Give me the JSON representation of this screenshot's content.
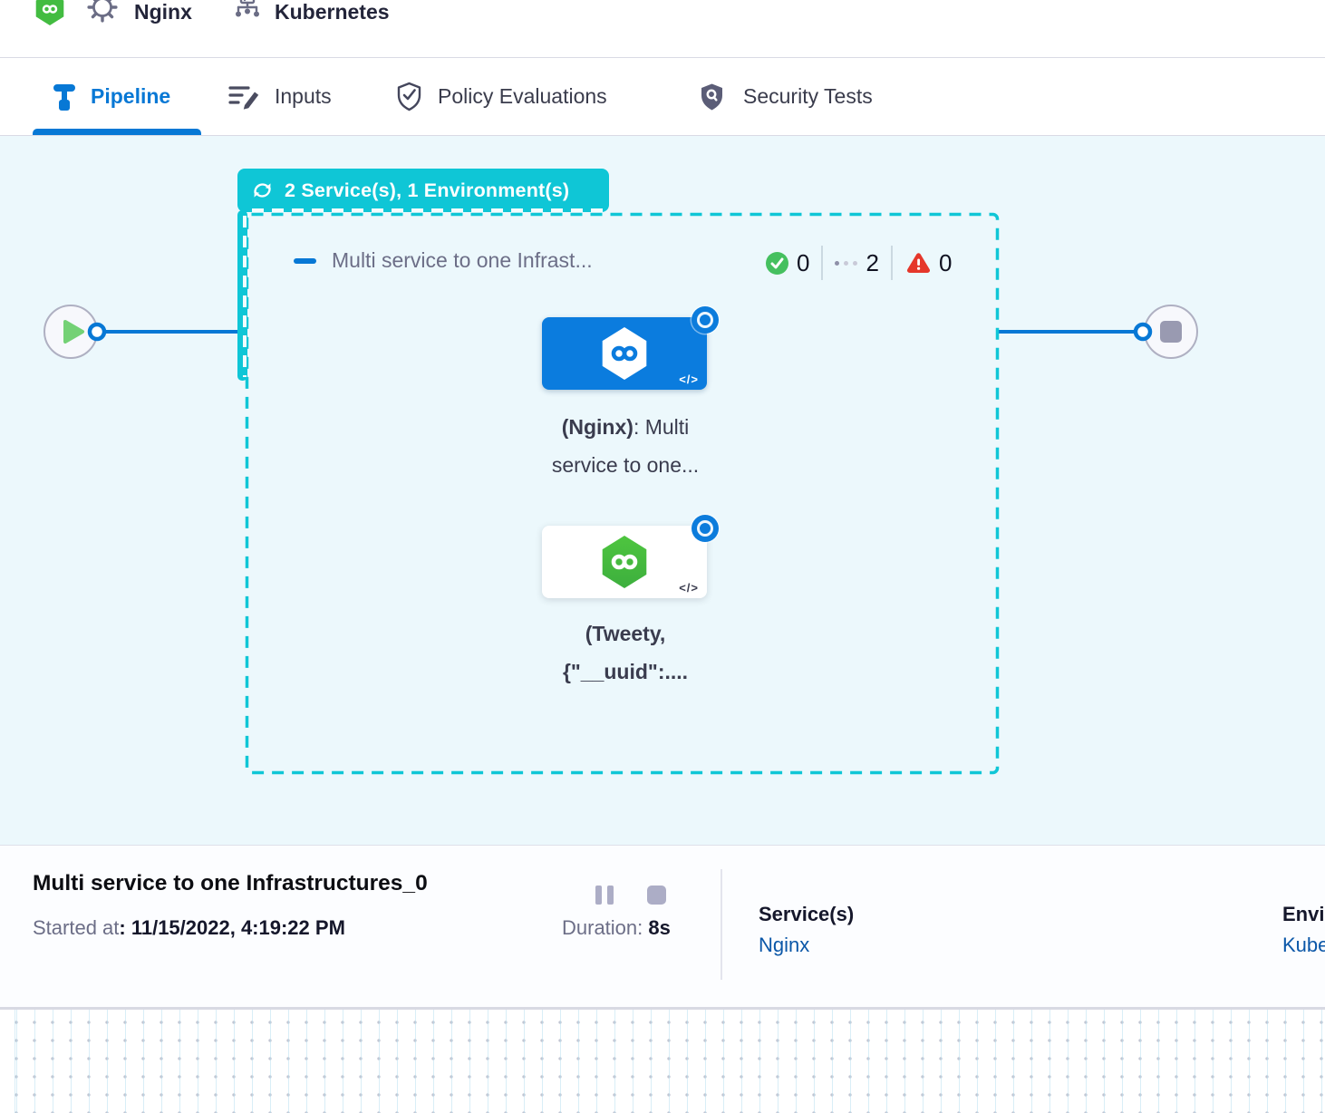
{
  "header": {
    "project": "Nginx",
    "environment": "Kubernetes"
  },
  "tabs": [
    {
      "label": "Pipeline",
      "icon": "pipeline-icon",
      "active": true
    },
    {
      "label": "Inputs",
      "icon": "inputs-icon",
      "active": false
    },
    {
      "label": "Policy Evaluations",
      "icon": "policy-shield-icon",
      "active": false
    },
    {
      "label": "Security Tests",
      "icon": "security-shield-icon",
      "active": false
    }
  ],
  "canvas": {
    "badge": {
      "label": "2 Service(s), 1 Environment(s)",
      "icon": "loop-icon"
    },
    "group": {
      "title": "Multi service to one Infrast...",
      "status": {
        "success": "0",
        "pending": "2",
        "failed": "0"
      }
    },
    "stages": [
      {
        "bold": "(Nginx)",
        "after": ": Multi",
        "line2": "service to one...",
        "code_icon": "</>"
      },
      {
        "line1": "(Tweety,",
        "line2": "{\"__uuid\":....",
        "code_icon": "</>"
      }
    ]
  },
  "footer": {
    "title": "Multi service to one Infrastructures_0",
    "started_label": "Started at",
    "started_value": ": 11/15/2022, 4:19:22 PM",
    "duration_label": "Duration:",
    "duration_value": "8s",
    "services_label": "Service(s)",
    "services_value": "Nginx",
    "environments_label": "Environment(s)",
    "environments_value": "Kubernetes"
  },
  "colors": {
    "accent_blue": "#0778D5",
    "teal": "#0FC6D6",
    "success_green": "#45C05F",
    "error_red": "#E5372B",
    "link_blue": "#0B57A8",
    "canvas_bg": "#ECF8FC"
  }
}
